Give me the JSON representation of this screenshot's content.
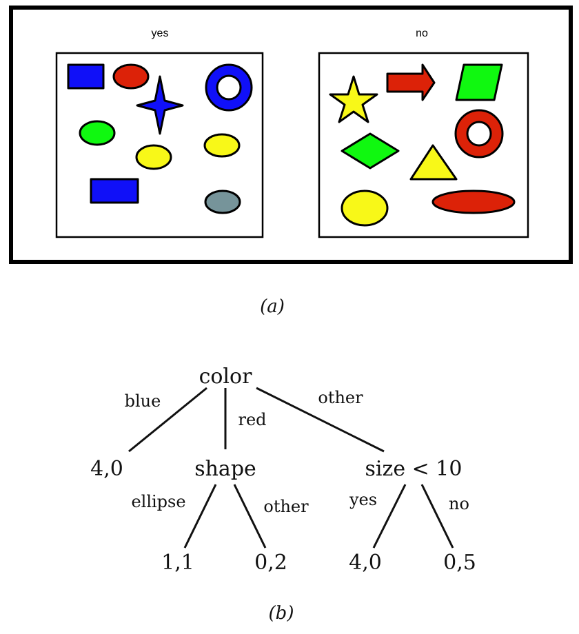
{
  "panel_a": {
    "yes_label": "yes",
    "no_label": "no",
    "caption": "(a)"
  },
  "colors": {
    "blue": "#1010f8",
    "red": "#dc2208",
    "green": "#10f810",
    "yellow": "#f8f818",
    "grey": "#76949a"
  },
  "tree": {
    "root": "color",
    "root_edges": {
      "blue": "blue",
      "red": "red",
      "other": "other"
    },
    "blue_leaf": "4,0",
    "shape_node": "shape",
    "size_node": "size < 10",
    "shape_edges": {
      "ellipse": "ellipse",
      "other": "other"
    },
    "size_edges": {
      "yes": "yes",
      "no": "no"
    },
    "leaves": {
      "ellipse": "1,1",
      "shape_other": "0,2",
      "size_yes": "4,0",
      "size_no": "0,5"
    },
    "caption": "(b)"
  }
}
